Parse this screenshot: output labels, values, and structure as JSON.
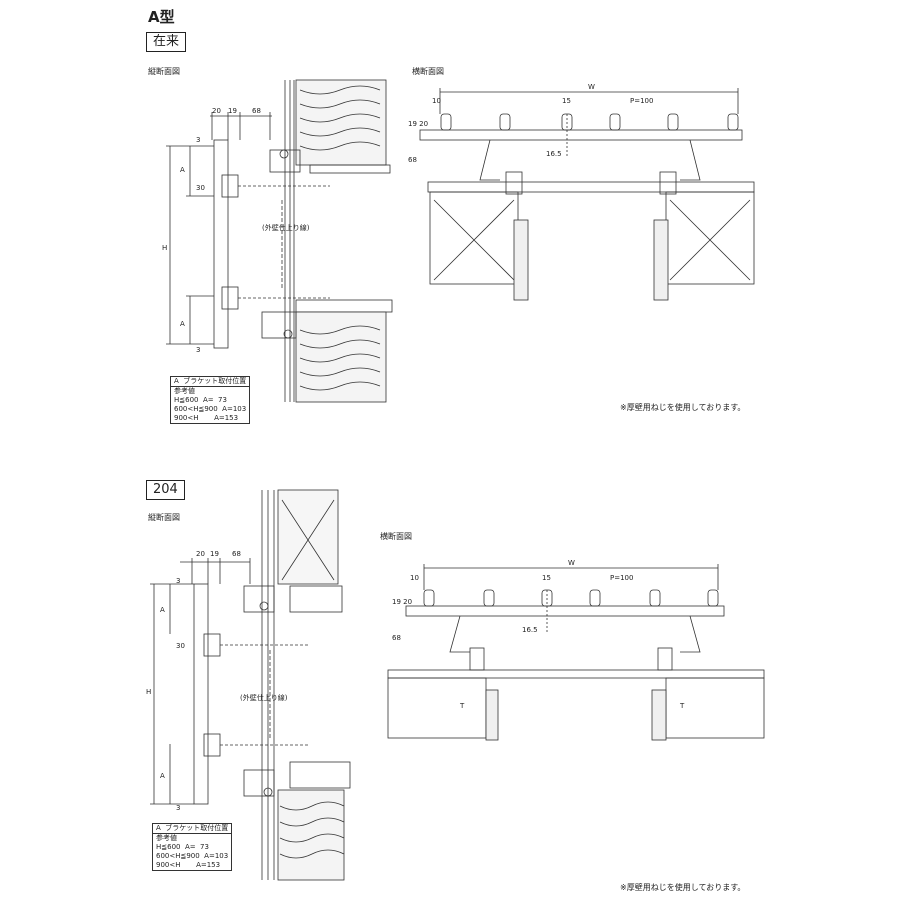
{
  "page": {
    "type_title": "A型",
    "sections": [
      {
        "id": "zairai",
        "label": "在来",
        "vertical_title": "縦断面図",
        "horizontal_title": "横断面図",
        "dims": {
          "d20": "20",
          "d19": "19",
          "d68": "68",
          "d3": "3",
          "dA": "A",
          "d30": "30",
          "dH": "H",
          "dW": "W",
          "d10": "10",
          "d15": "15",
          "pitch": "P=100",
          "d1920": "19 20",
          "d165": "16.5",
          "d68v": "68",
          "wall": "(外壁仕上り線)"
        },
        "table": {
          "header": "A  ブラケット取付位置",
          "sub": "参考値",
          "rows": [
            "H≦600  A=  73",
            "600<H≦900  A=103",
            "900<H       A=153"
          ]
        },
        "note": "※厚壁用ねじを使用しております。"
      },
      {
        "id": "204",
        "label": "204",
        "vertical_title": "縦断面図",
        "horizontal_title": "横断面図",
        "dims": {
          "d20": "20",
          "d19": "19",
          "d68": "68",
          "d3": "3",
          "dA": "A",
          "d30": "30",
          "dH": "H",
          "dW": "W",
          "d10": "10",
          "d15": "15",
          "pitch": "P=100",
          "d1920": "19 20",
          "d165": "16.5",
          "d68v": "68",
          "wall": "(外壁仕上り線)",
          "dT": "T"
        },
        "table": {
          "header": "A  ブラケット取付位置",
          "sub": "参考値",
          "rows": [
            "H≦600  A=  73",
            "600<H≦900  A=103",
            "900<H       A=153"
          ]
        },
        "note": "※厚壁用ねじを使用しております。"
      }
    ]
  }
}
